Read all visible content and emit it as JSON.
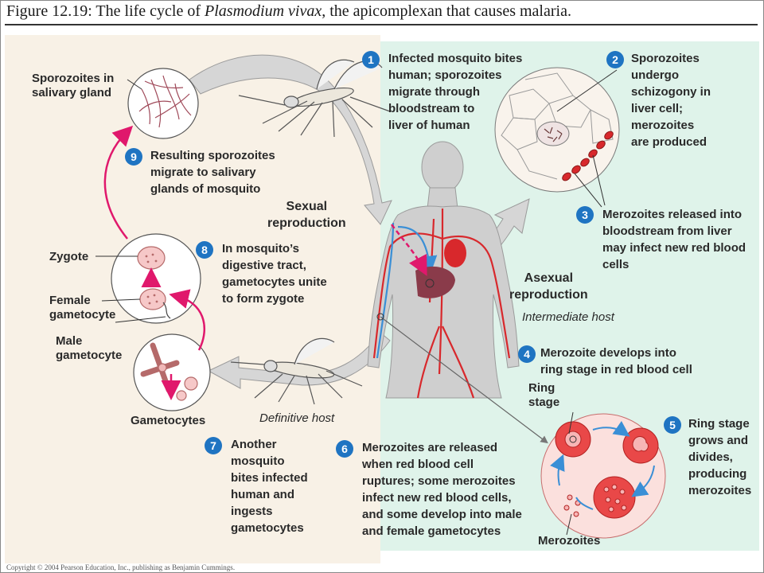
{
  "figure": {
    "title_prefix": "Figure 12.19:  The life cycle of ",
    "title_species": "Plasmodium vivax",
    "title_suffix": ", the apicomplexan that causes malaria."
  },
  "steps": [
    {
      "num": "1",
      "text": "Infected mosquito bites\nhuman; sporozoites\nmigrate through\nbloodstream to\nliver of human"
    },
    {
      "num": "2",
      "text": "Sporozoites\nundergo\nschizogony in\nliver cell;\nmerozoites\nare produced"
    },
    {
      "num": "3",
      "text": "Merozoites released into\nbloodstream from liver\nmay infect new red blood\ncells"
    },
    {
      "num": "4",
      "text": "Merozoite develops into\nring stage in red blood cell"
    },
    {
      "num": "5",
      "text": "Ring stage\ngrows and\ndivides,\nproducing\nmerozoites"
    },
    {
      "num": "6",
      "text": "Merozoites are released\nwhen red blood cell\nruptures; some merozoites\ninfect new red blood cells,\nand some develop into male\nand female gametocytes"
    },
    {
      "num": "7",
      "text": "Another\nmosquito\nbites infected\nhuman and\ningests\ngametocytes"
    },
    {
      "num": "8",
      "text": "In mosquito’s\ndigestive tract,\ngametocytes unite\nto form zygote"
    },
    {
      "num": "9",
      "text": "Resulting sporozoites\nmigrate to salivary\nglands of mosquito"
    }
  ],
  "labels": {
    "sporozoites_gland": "Sporozoites in\nsalivary gland",
    "zygote": "Zygote",
    "female_gametocyte": "Female\ngametocyte",
    "male_gametocyte": "Male\ngametocyte",
    "gametocytes": "Gametocytes",
    "ring_stage": "Ring\nstage",
    "merozoites": "Merozoites"
  },
  "regions": {
    "sexual": "Sexual\nreproduction",
    "asexual": "Asexual\nreproduction",
    "intermediate_host": "Intermediate host",
    "definitive_host": "Definitive host"
  },
  "copyright": "Copyright © 2004 Pearson Education, Inc., publishing as Benjamin Cummings.",
  "colors": {
    "step_badge": "#1f74c2",
    "cycle_arrow": "#e0186c",
    "blood_vessel": "#d8282c",
    "left_panel": "#f8f1e6",
    "right_panel": "#dff3ea"
  }
}
